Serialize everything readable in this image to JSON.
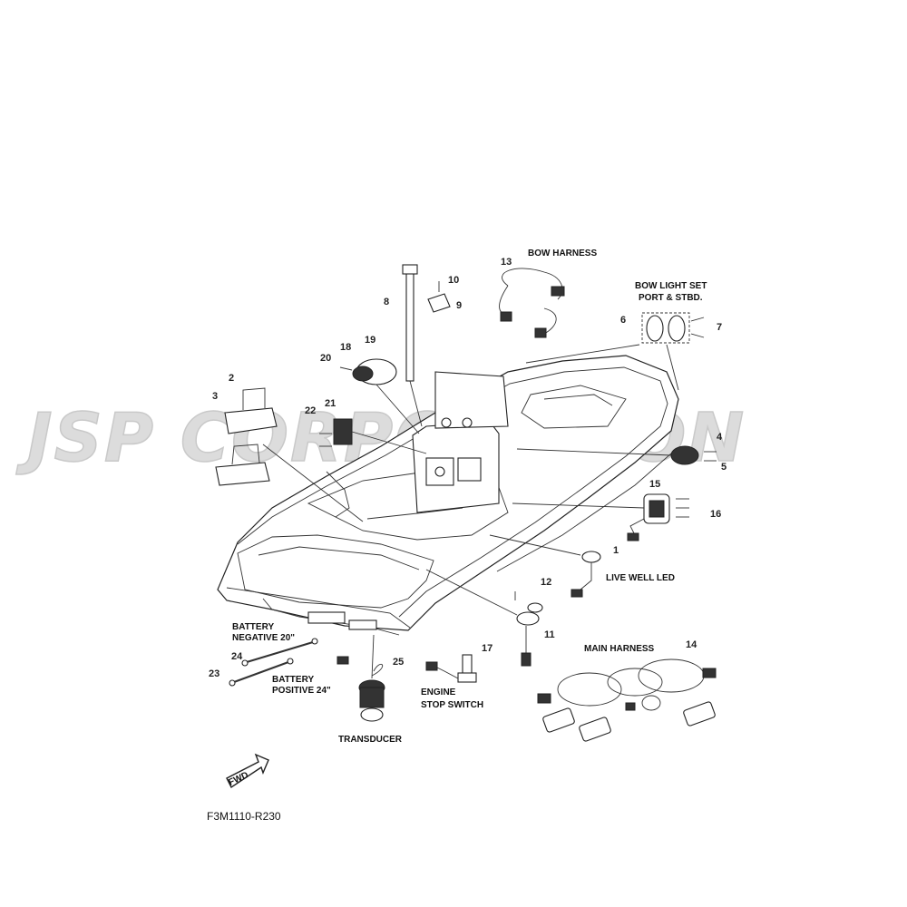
{
  "watermark": {
    "text": "JSP CORPORATION"
  },
  "drawing_code": "F3M1110-R230",
  "fwd_arrow_label": "FWD",
  "callouts": {
    "n1": "1",
    "n2": "2",
    "n3": "3",
    "n4": "4",
    "n5": "5",
    "n6": "6",
    "n7": "7",
    "n8": "8",
    "n9": "9",
    "n10": "10",
    "n11": "11",
    "n12": "12",
    "n13": "13",
    "n14": "14",
    "n15": "15",
    "n16": "16",
    "n17": "17",
    "n18": "18",
    "n19": "19",
    "n20": "20",
    "n21": "21",
    "n22": "22",
    "n23": "23",
    "n24": "24",
    "n25": "25"
  },
  "labels": {
    "bow_harness": "BOW HARNESS",
    "bow_light_set_1": "BOW LIGHT SET",
    "bow_light_set_2": "PORT & STBD.",
    "live_well_led": "LIVE WELL LED",
    "main_harness": "MAIN HARNESS",
    "battery_negative_1": "BATTERY",
    "battery_negative_2": "NEGATIVE 20\"",
    "battery_positive_1": "BATTERY",
    "battery_positive_2": "POSITIVE 24\"",
    "transducer": "TRANSDUCER",
    "engine_stop_1": "ENGINE",
    "engine_stop_2": "STOP SWITCH"
  }
}
